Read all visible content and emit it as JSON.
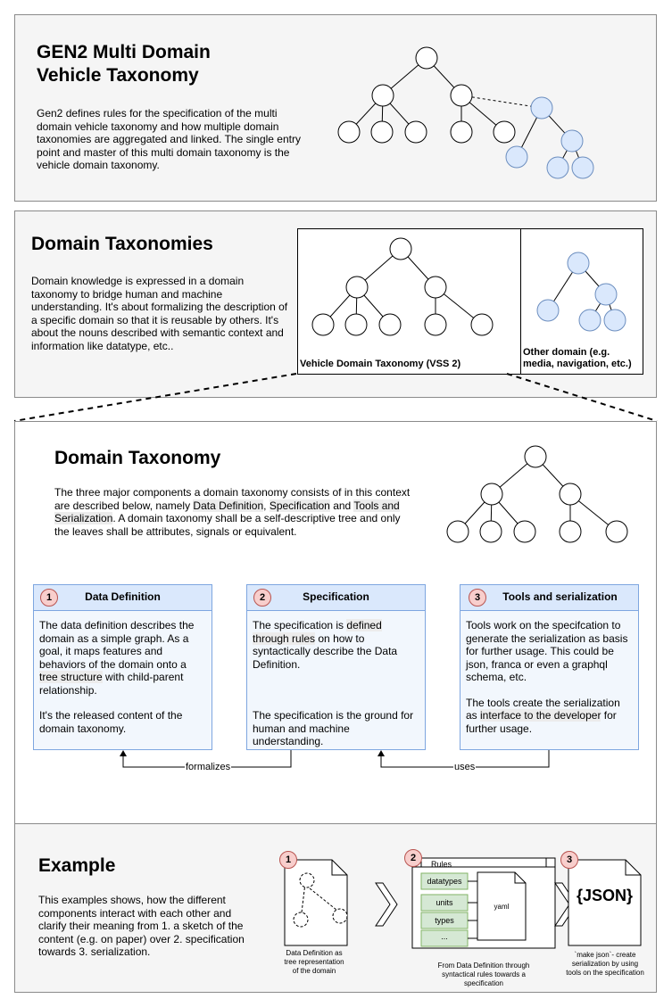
{
  "gen2": {
    "title_line1": "GEN2 Multi Domain",
    "title_line2": "Vehicle Taxonomy",
    "text": "Gen2 defines rules for the specification of the multi domain vehicle taxonomy and how multiple domain taxonomies are aggregated and linked. The single entry point and master of this multi domain taxonomy is the vehicle domain taxonomy."
  },
  "domains": {
    "title": "Domain Taxonomies",
    "text": "Domain knowledge is expressed in a domain taxonomy to bridge human and machine understanding. It's about formalizing the description of a specific domain so that it is reusable by others. It's about the nouns described with semantic context and information like datatype, etc..",
    "vss_caption": "Vehicle Domain Taxonomy (VSS 2)",
    "other_caption_line1": "Other domain (e.g.",
    "other_caption_line2": "media, navigation, etc.)"
  },
  "domain_taxonomy": {
    "title": "Domain Taxonomy",
    "intro_1": "The three major components a domain taxonomy consists of in this context are described below, namely ",
    "hl_1": "Data Definition",
    "sep_1": ", ",
    "hl_2": "Specification",
    "sep_2": " and ",
    "hl_3": "Tools and Serialization",
    "intro_2": ". A domain taxonomy shall be a self-descriptive tree and only the leaves shall be attributes, signals or equivalent."
  },
  "cards": [
    {
      "number": "1",
      "title": "Data Definition",
      "p1_a": "The data definition describes the domain as a simple graph. As a goal, it maps features and behaviors of the domain onto a ",
      "p1_hl": "tree structure",
      "p1_b": " with child-parent relationship.",
      "p2": "It's the released content of the domain taxonomy."
    },
    {
      "number": "2",
      "title": "Specification",
      "p1_a": "The specification is ",
      "p1_hl": "defined through rules",
      "p1_b": " on how to syntactically describe the Data Definition.",
      "p2": "The specification is the ground for human and machine understanding."
    },
    {
      "number": "3",
      "title": "Tools and serialization",
      "p1_a": "Tools work on the specifcation to generate the serialization as basis for further usage. This could be json, franca or even a graphql schema, etc.",
      "p1_hl": "",
      "p1_b": "",
      "p2_a": "The tools create the serialization as ",
      "p2_hl": "interface to the developer",
      "p2_b": " for further usage."
    }
  ],
  "arrows": {
    "formalizes": "formalizes",
    "uses": "uses"
  },
  "example": {
    "title": "Example",
    "text": "This examples shows, how the different components interact with each other and clarify their meaning from 1. a sketch of the content (e.g. on paper) over 2. specification towards 3. serialization.",
    "step1_number": "1",
    "step1_caption_1": "Data Definition as",
    "step1_caption_2": "tree representation",
    "step1_caption_3": "of the domain",
    "step2_number": "2",
    "rules_label": "Rules",
    "rules": [
      "datatypes",
      "units",
      "types",
      "..."
    ],
    "yaml_label": "yaml",
    "step2_caption_1": "From Data Definition through",
    "step2_caption_2": "syntactical rules towards a",
    "step2_caption_3": "specification",
    "step3_number": "3",
    "json_label": "{JSON}",
    "step3_caption_1": "`make json`- create",
    "step3_caption_2": "serialization by using",
    "step3_caption_3": "tools on the specification"
  },
  "colors": {
    "node_blue": "#dae8fc",
    "node_blue_stroke": "#6c8ebf",
    "rule_green": "#d5e8d4",
    "rule_green_stroke": "#82b366",
    "badge_red": "#f8cecc"
  }
}
